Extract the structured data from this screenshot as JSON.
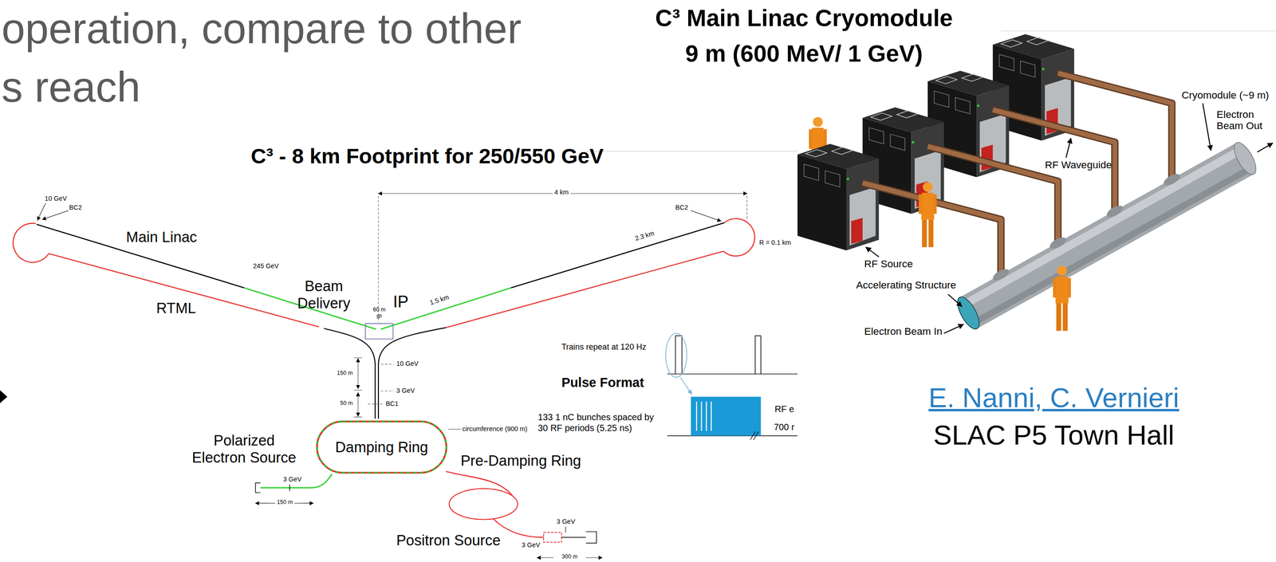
{
  "diagram": {
    "title": "C³ - 8 km Footprint for 250/550 GeV",
    "nodes": [
      {
        "text": [
          "Damping Ring"
        ]
      }
    ],
    "labels": [
      "operation, compare to other",
      "s reach",
      "C³ Main Linac Cryomodule",
      "9 m (600 MeV/ 1 GeV)",
      "10 GeV",
      "BC2",
      "Main Linac",
      "4 km",
      "BC2",
      "2.3 km",
      "R = 0.1 km",
      "245 GeV",
      "Beam Delivery",
      "IP",
      "60 m",
      "IP",
      "1.5 km",
      "RTML",
      "10 GeV",
      "150 m",
      "3 GeV",
      "50 m",
      "BC1",
      "circumference (900 m)",
      "Polarized Electron Source",
      "3 GeV",
      "150 m",
      "Pre-Damping Ring",
      "3 GeV",
      "3 GeV",
      "Positron Source",
      "300 m",
      "Trains repeat at 120 Hz",
      "Pulse Format",
      "133 1 nC bunches spaced by 30 RF periods (5.25 ns)",
      "RF e",
      "700 r",
      "Cryomodule (~9 m)",
      "Electron Beam Out",
      "RF Waveguide",
      "RF Source",
      "Accelerating Structure",
      "Electron Beam In",
      "E. Nanni, C. Vernieri",
      "SLAC P5 Town Hall"
    ]
  }
}
